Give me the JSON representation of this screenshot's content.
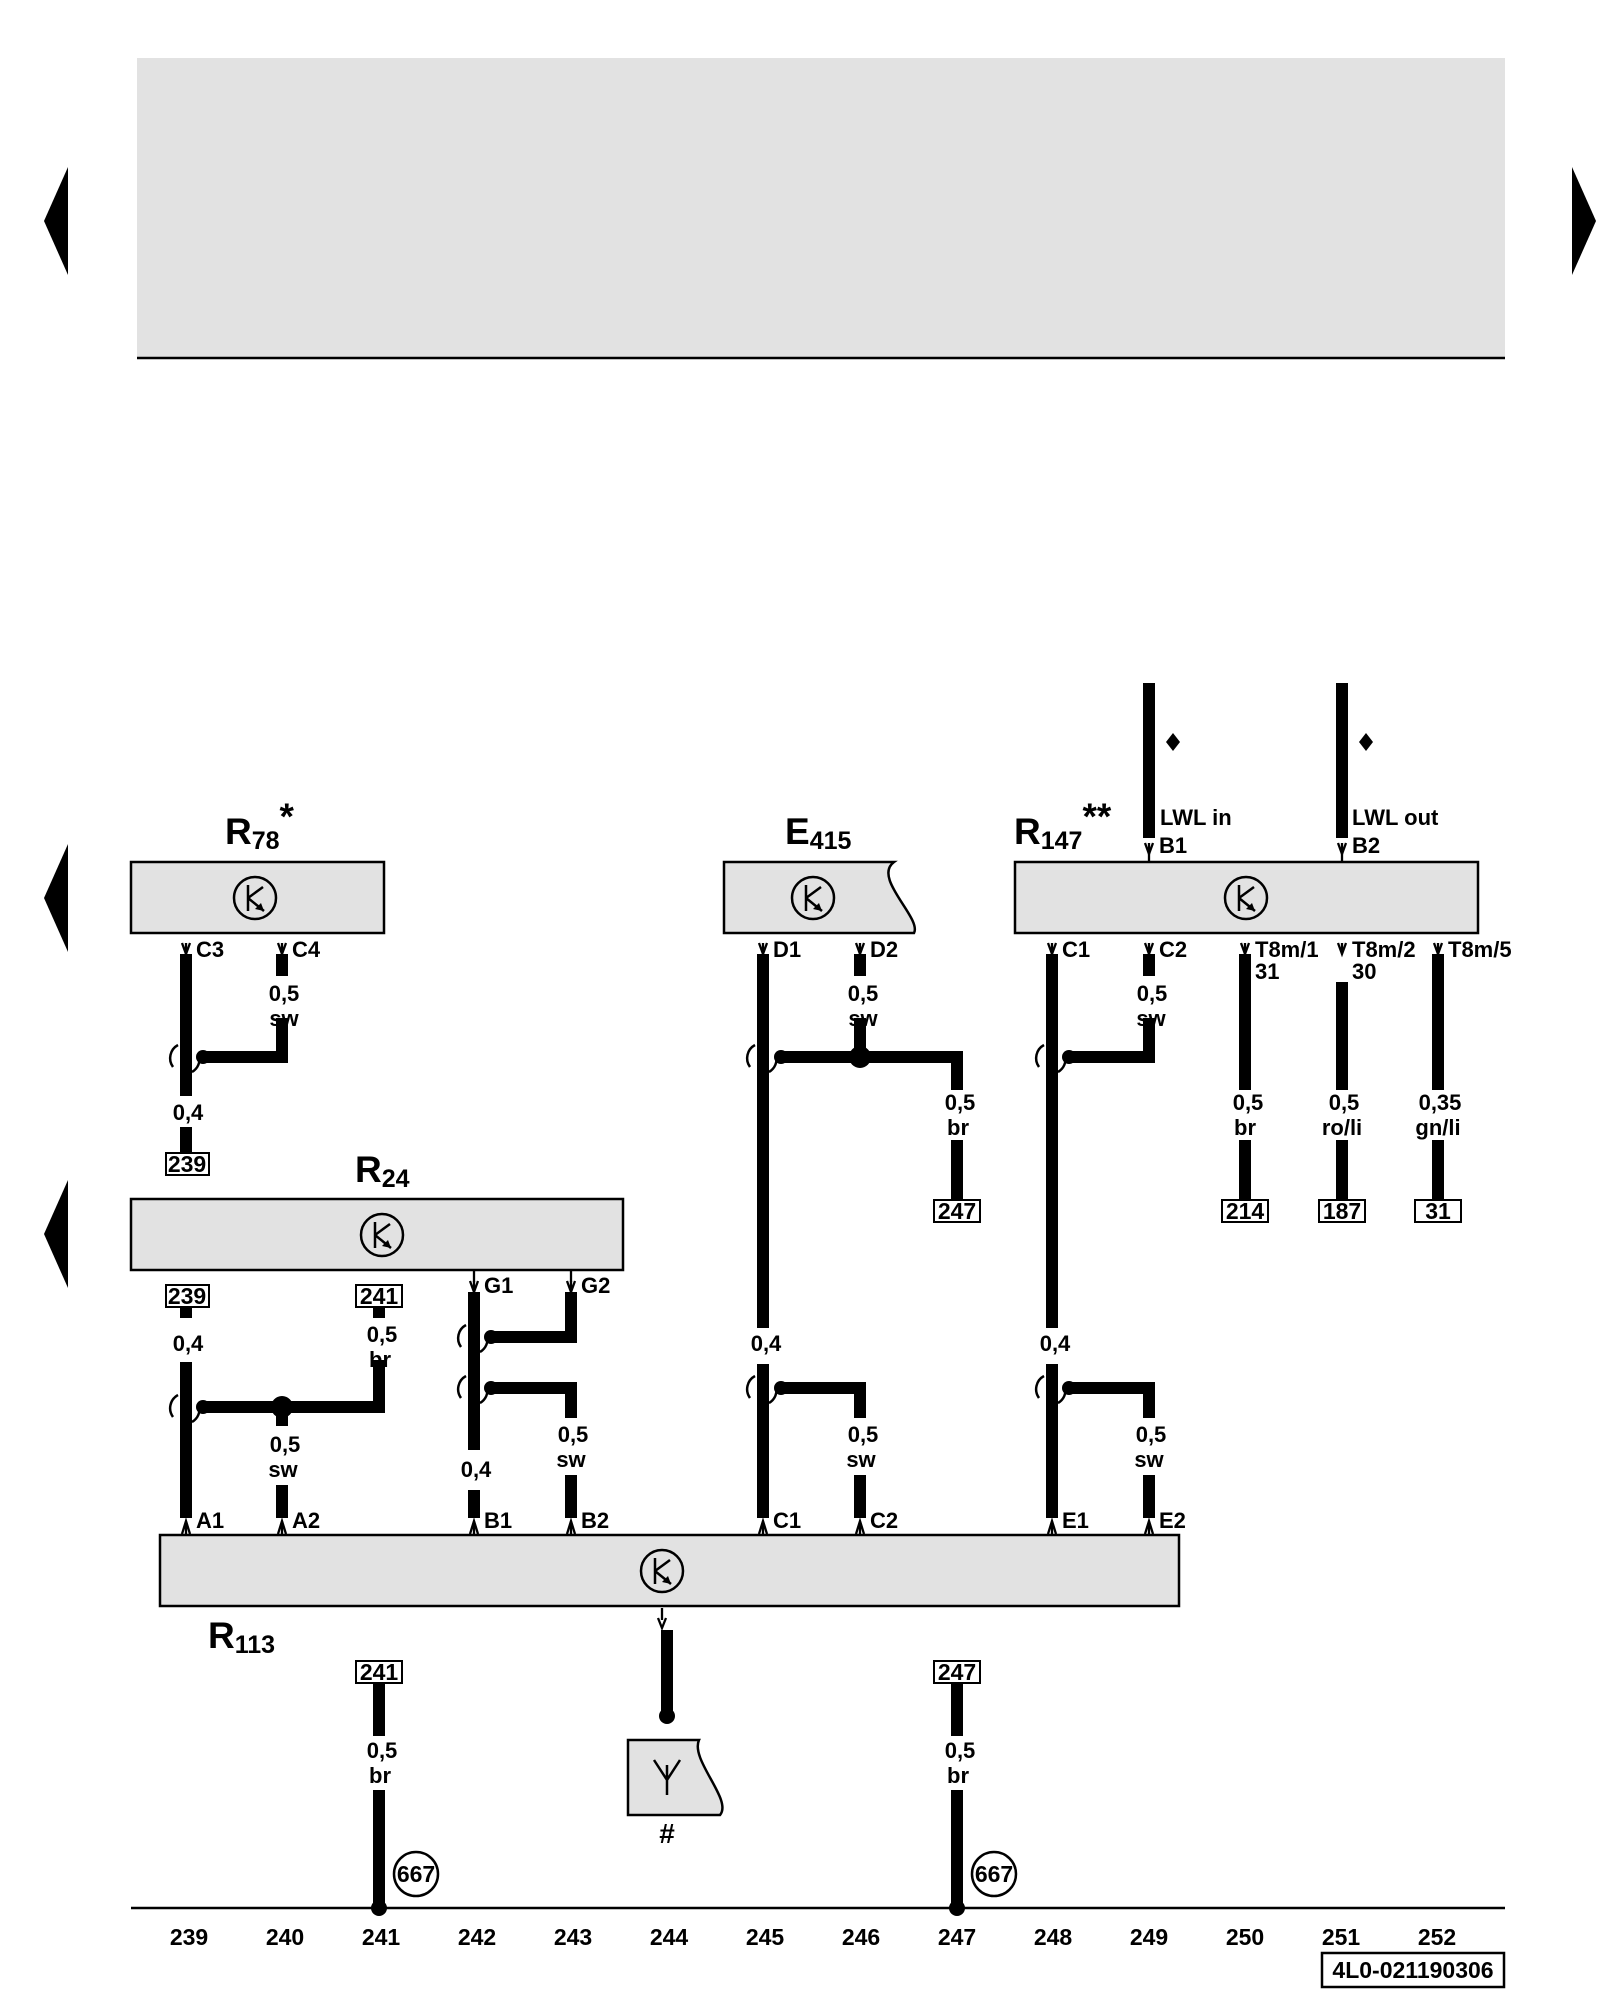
{
  "components": {
    "r78": {
      "name": "R",
      "sub": "78",
      "mark": "*"
    },
    "e415": {
      "name": "E",
      "sub": "415"
    },
    "r147": {
      "name": "R",
      "sub": "147",
      "mark": "**"
    },
    "r24": {
      "name": "R",
      "sub": "24"
    },
    "r113": {
      "name": "R",
      "sub": "113"
    },
    "antenna_ref": "#"
  },
  "pins": {
    "r78_c3": "C3",
    "r78_c4": "C4",
    "e415_d1": "D1",
    "e415_d2": "D2",
    "r147_c1": "C1",
    "r147_c2": "C2",
    "r147_t1": "T8m/1",
    "r147_t1b": "31",
    "r147_t2": "T8m/2",
    "r147_t2b": "30",
    "r147_t5": "T8m/5",
    "r147_b1": "B1",
    "r147_b2": "B2",
    "lwl_in": "LWL in",
    "lwl_out": "LWL out",
    "r24_g1": "G1",
    "r24_g2": "G2",
    "r113_a1": "A1",
    "r113_a2": "A2",
    "r113_b1": "B1",
    "r113_b2": "B2",
    "r113_c1": "C1",
    "r113_c2": "C2",
    "r113_e1": "E1",
    "r113_e2": "E2"
  },
  "wires": {
    "w_c4": [
      "0,5",
      "sw"
    ],
    "w_c3": [
      "0,4"
    ],
    "w_d2": [
      "0,5",
      "sw"
    ],
    "w_d2_br": [
      "0,5",
      "br"
    ],
    "w_r147_c2": [
      "0,5",
      "sw"
    ],
    "w_t1": [
      "0,5",
      "br"
    ],
    "w_t2": [
      "0,5",
      "ro/li"
    ],
    "w_t5": [
      "0,35",
      "gn/li"
    ],
    "w_r24_a": [
      "0,4"
    ],
    "w_r24_br": [
      "0,5",
      "br"
    ],
    "w_a2": [
      "0,5",
      "sw"
    ],
    "w_b1": [
      "0,4"
    ],
    "w_b2": [
      "0,5",
      "sw"
    ],
    "w_c1": [
      "0,4"
    ],
    "w_c2": [
      "0,5",
      "sw"
    ],
    "w_e1": [
      "0,4"
    ],
    "w_e2": [
      "0,5",
      "sw"
    ],
    "w_g241": [
      "0,5",
      "br"
    ],
    "w_g247": [
      "0,5",
      "br"
    ]
  },
  "refs": {
    "r78_239": "239",
    "r24_239": "239",
    "r24_241": "241",
    "e415_247": "247",
    "r147_214": "214",
    "r147_187": "187",
    "r147_31": "31",
    "r113_241": "241",
    "r113_247": "247",
    "ground_a": "667",
    "ground_b": "667"
  },
  "ruler": [
    "239",
    "240",
    "241",
    "242",
    "243",
    "244",
    "245",
    "246",
    "247",
    "248",
    "249",
    "250",
    "251",
    "252"
  ],
  "doc_id": "4L0-021190306",
  "icons": [
    "bus-transceiver-icon",
    "antenna-icon",
    "nav-arrow-left-icon",
    "nav-arrow-right-icon",
    "twisted-pair-icon",
    "diamond-icon"
  ]
}
